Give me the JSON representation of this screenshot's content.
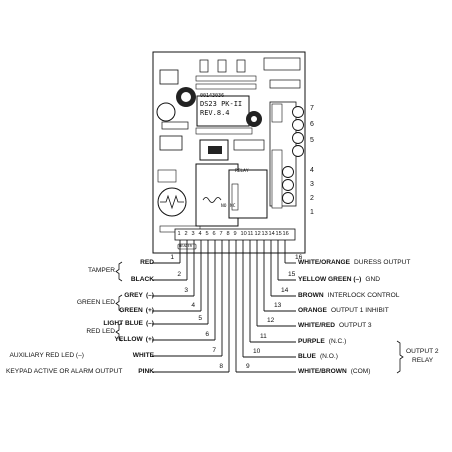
{
  "board": {
    "model_lines": [
      "DS23 PK-II",
      "REV.8.4"
    ],
    "stamp": "00143036",
    "header_label": "HEADER",
    "pin_numbers": [
      "1",
      "2",
      "3",
      "4",
      "5",
      "6",
      "7",
      "8",
      "9",
      "10",
      "11",
      "12",
      "13",
      "14",
      "15",
      "16"
    ],
    "relay_label": "RELAY",
    "relay_marks": [
      "NO",
      "NC"
    ],
    "side_terminal_numbers": [
      "7",
      "6",
      "5",
      "4",
      "3",
      "2",
      "1"
    ]
  },
  "left_wires": [
    {
      "pin": "1",
      "color": "RED",
      "signal": "",
      "group": "TAMPER"
    },
    {
      "pin": "2",
      "color": "BLACK",
      "signal": "",
      "group": "TAMPER"
    },
    {
      "pin": "3",
      "color": "GREY",
      "signal": "(–)",
      "group": "GREEN LED"
    },
    {
      "pin": "4",
      "color": "GREEN",
      "signal": "(+)",
      "group": "GREEN LED"
    },
    {
      "pin": "5",
      "color": "LIGHT BLUE",
      "signal": "(–)",
      "group": "RED LED"
    },
    {
      "pin": "6",
      "color": "YELLOW",
      "signal": "(+)",
      "group": "RED LED"
    },
    {
      "pin": "7",
      "color": "WHITE",
      "signal": "",
      "group": "AUXILIARY RED LED (–)"
    },
    {
      "pin": "8",
      "color": "PINK",
      "signal": "",
      "group": "KEYPAD ACTIVE OR ALARM OUTPUT"
    }
  ],
  "left_groups": [
    "TAMPER",
    "GREEN LED",
    "RED LED",
    "AUXILIARY RED LED (–)",
    "KEYPAD ACTIVE OR ALARM OUTPUT"
  ],
  "right_wires": [
    {
      "pin": "16",
      "color": "WHITE/ORANGE",
      "function": "DURESS OUTPUT"
    },
    {
      "pin": "15",
      "color": "YELLOW GREEN (–)",
      "function": "GND"
    },
    {
      "pin": "14",
      "color": "BROWN",
      "function": "INTERLOCK CONTROL"
    },
    {
      "pin": "13",
      "color": "ORANGE",
      "function": "OUTPUT 1 INHIBIT"
    },
    {
      "pin": "12",
      "color": "WHITE/RED",
      "function": "OUTPUT 3"
    },
    {
      "pin": "11",
      "color": "PURPLE",
      "function": "(N.C.)"
    },
    {
      "pin": "10",
      "color": "BLUE",
      "function": "(N.O.)"
    },
    {
      "pin": "9",
      "color": "WHITE/BROWN",
      "function": "(COM)"
    }
  ],
  "relay_group": {
    "line1": "OUTPUT 2",
    "line2": "RELAY"
  }
}
